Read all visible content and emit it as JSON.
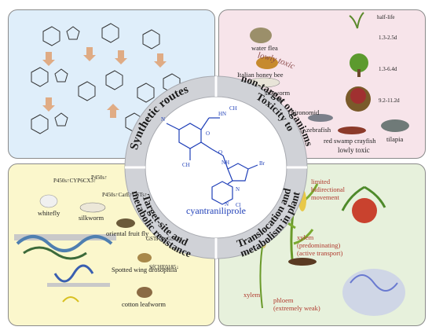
{
  "sectors": {
    "synthetic": "Synthetic routes",
    "toxicity_line1": "Toxicity to",
    "toxicity_line2": "non-target organisms",
    "target_line1": "Target-site and",
    "target_line2": "metabolic resistance",
    "transloc_line1": "Translocation and",
    "transloc_line2": "metabolism in plant"
  },
  "center": {
    "compound": "cyantraniliprole"
  },
  "toxicity": {
    "half_life": "half-life",
    "hl1": "1.3-2.5d",
    "hl2": "1.3-6.4d",
    "hl3": "9.2-11.2d",
    "organisms": [
      "water flea",
      "Italian honey bee",
      "silkworm",
      "chironomid",
      "zebrafish",
      "red swamp crayfish",
      "tilapia"
    ],
    "lowly_toxic": "lowly toxic"
  },
  "resistance": {
    "genes1": "P450s↑CYP6CX3↑",
    "genes2": "P450s↑",
    "genes3": "P450s↑CarE↑GSTs↑",
    "genes4": "GSTs↑ImGST1↑",
    "genes5": "SfCHE0185↓",
    "organisms": [
      "whitefly",
      "silkworm",
      "oriental fruit fly",
      "Spotted wing drosophila",
      "cotton leafworm"
    ]
  },
  "plant": {
    "limited": "limited",
    "bidirectional": "bidirectional",
    "movement": "movement",
    "xylem_pred": "xylem",
    "xylem_pred2": "(predominating)",
    "xylem_pred3": "(active transport)",
    "xylem": "xylem",
    "phloem": "phloem",
    "phloem2": "(extremely weak)"
  },
  "colors": {
    "tl_bg": "#dfeefa",
    "tr_bg": "#f7e4ea",
    "bl_bg": "#fbf7cc",
    "br_bg": "#e7f1dc",
    "ring": "#c9cbd0",
    "structure": "#1f3fb8",
    "label_red": "#b03a2e"
  }
}
